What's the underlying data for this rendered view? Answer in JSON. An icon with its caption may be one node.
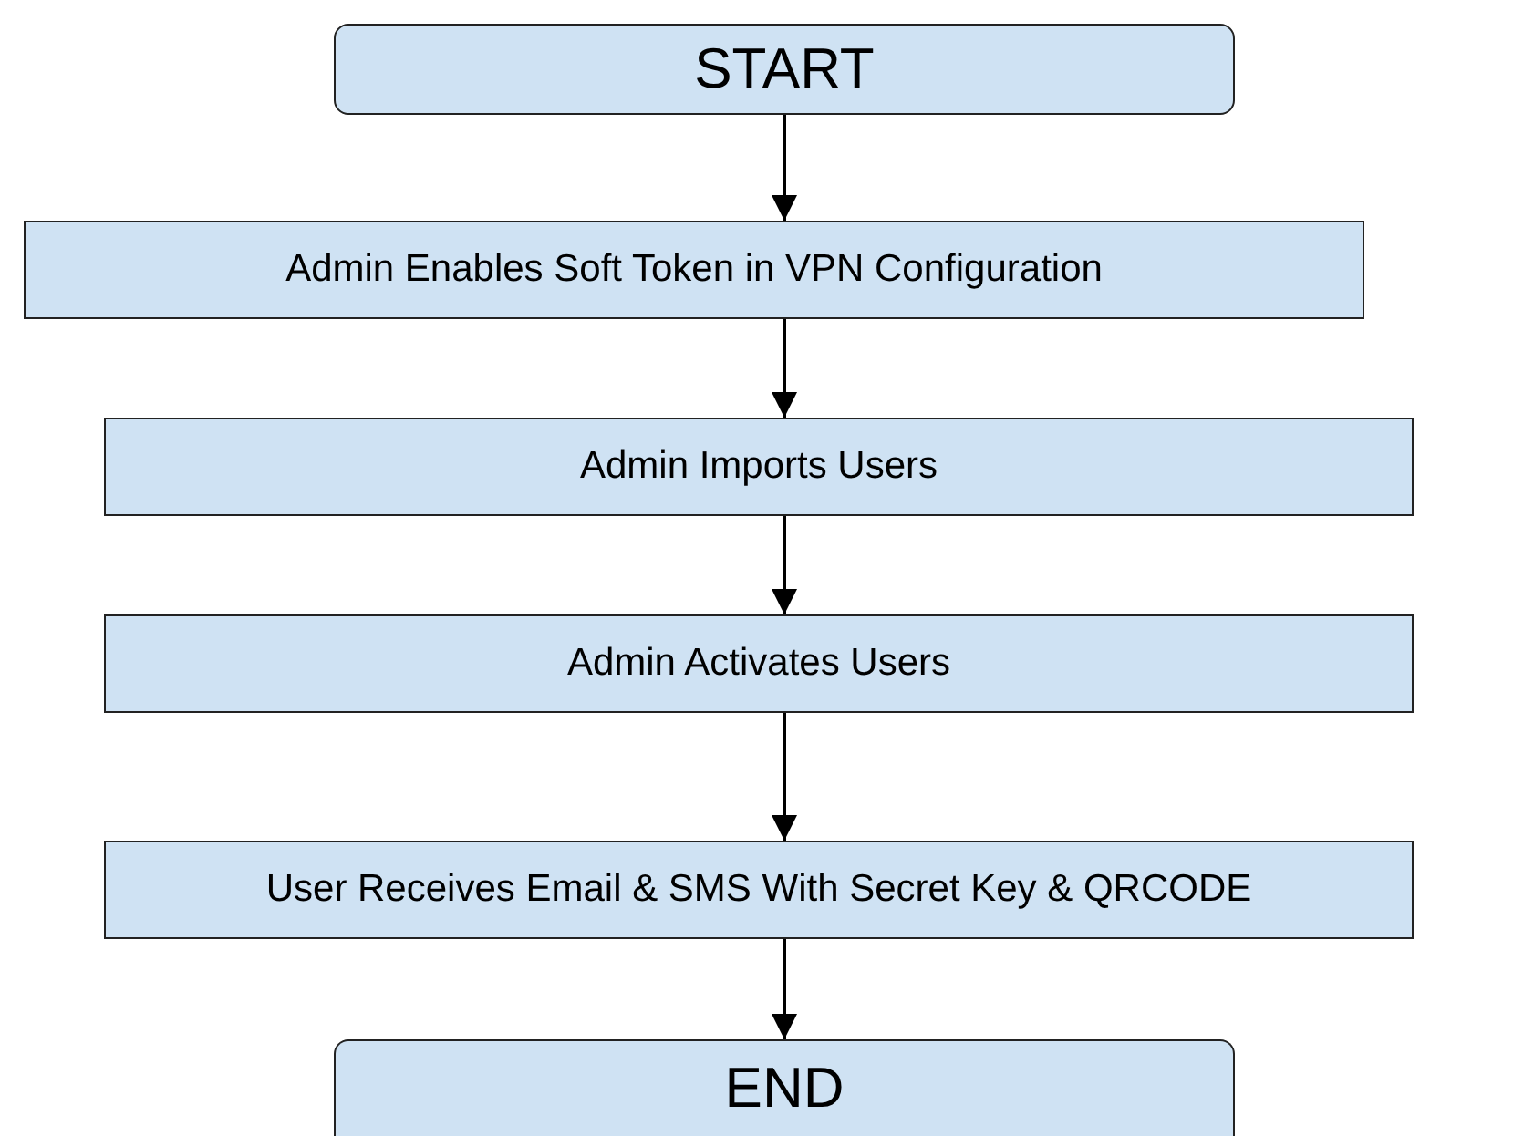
{
  "diagram": {
    "nodes": [
      {
        "text": [
          "START"
        ]
      },
      {
        "text": [
          "Admin Enables Soft Token in VPN Configuration"
        ]
      },
      {
        "text": [
          "Admin Imports Users"
        ]
      },
      {
        "text": [
          "Admin Activates Users"
        ]
      },
      {
        "text": [
          "User Receives Email & SMS With Secret Key & QRCODE"
        ]
      },
      {
        "text": [
          "END"
        ]
      }
    ],
    "edges": [
      {
        "from": 0,
        "to": 1,
        "arrow": "to"
      },
      {
        "from": 1,
        "to": 2,
        "arrow": "to"
      },
      {
        "from": 2,
        "to": 3,
        "arrow": "to"
      },
      {
        "from": 3,
        "to": 4,
        "arrow": "to"
      },
      {
        "from": 4,
        "to": 5,
        "arrow": "to"
      }
    ]
  }
}
